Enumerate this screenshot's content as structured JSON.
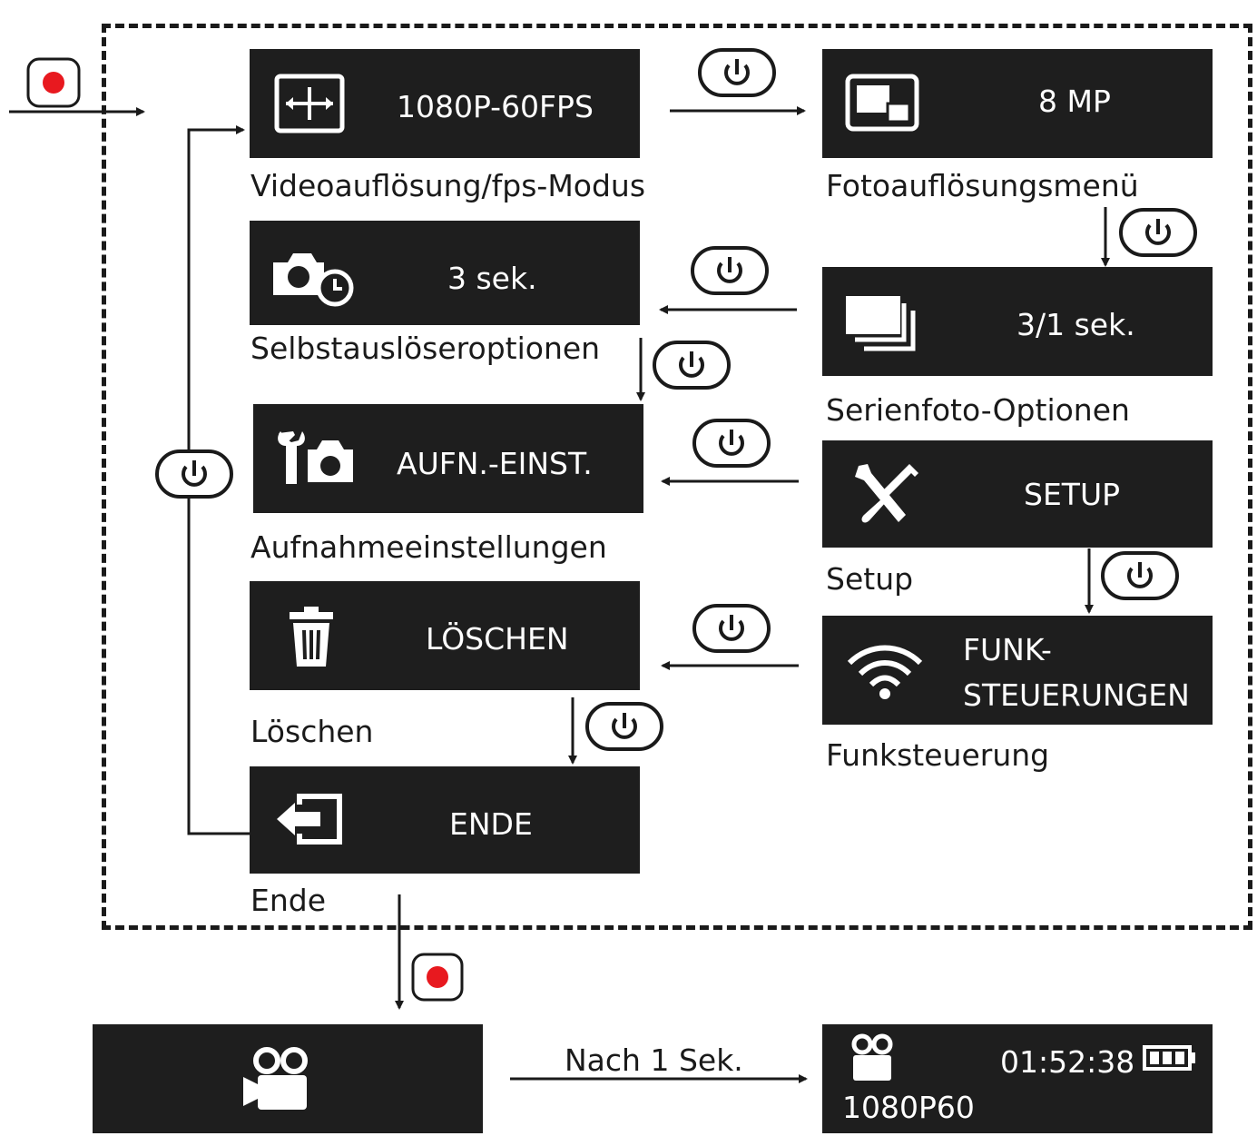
{
  "menu": {
    "video_res": {
      "value": "1080P-60FPS",
      "caption": "Videoauflösung/fps-Modus",
      "icon": "resolution-icon"
    },
    "photo_res": {
      "value": "8 MP",
      "caption": "Fotoauflösungsmenü",
      "icon": "photo-size-icon"
    },
    "self_timer": {
      "value": "3 sek.",
      "caption": "Selbstauslöseroptionen",
      "icon": "camera-timer-icon"
    },
    "burst": {
      "value": "3/1 sek.",
      "caption": "Serienfoto-Optionen",
      "icon": "burst-photos-icon"
    },
    "capture": {
      "value": "AUFN.-EINST.",
      "caption": "Aufnahmeeinstellungen",
      "icon": "wrench-camera-icon"
    },
    "setup": {
      "value": "SETUP",
      "caption": "Setup",
      "icon": "tools-icon"
    },
    "delete": {
      "value": "LÖSCHEN",
      "caption": "Löschen",
      "icon": "trash-icon"
    },
    "wireless": {
      "value_line1": "FUNK-",
      "value_line2": "STEUERUNGEN",
      "caption": "Funksteuerung",
      "icon": "wifi-icon"
    },
    "exit": {
      "value": "ENDE",
      "caption": "Ende",
      "icon": "exit-icon"
    }
  },
  "bottom": {
    "after_label": "Nach 1 Sek.",
    "timecode": "01:52:38",
    "mode": "1080P60",
    "left_icon": "video-camera-icon",
    "right_icon": "video-camera-small-icon",
    "battery_icon": "battery-icon"
  },
  "colors": {
    "box": "#1e1e1e",
    "record": "#e8191f",
    "line": "#1a1a1a"
  }
}
